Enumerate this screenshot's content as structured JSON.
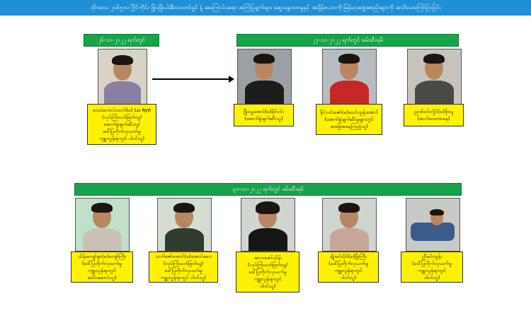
{
  "banner": {
    "text": "ဘိုဂလေး ၂၁၆၅၀၀ ဂြိုင်ကိုင်း၊ ဖြံ့ပဖြိုးပါအီးလတော်ရှင် နဲ့ အကြောင်းအရာ အကြံပြုချက်များ ဆွေးနွေးထားမှုနှင့် အချိန်ဇယားကို မြန်မာ့အဖွဲ့အစည်းများကို အသိပေးကြော်ငြာခြင်း"
  },
  "groups": [
    {
      "label": "၂၆-၁၁-၂၀၂၂ ရက်တွင်"
    },
    {
      "label": "၂၇-၁၁-၂၀၂၂ ရက်တွင် ဖမ်းဆီးရမိ"
    },
    {
      "label": "၃၀-၁၁-၂၀၂၂ ရက်တွင် ဖမ်းဆီးရမိ"
    }
  ],
  "persons": [
    {
      "caption": "ဝေယံကောင်းထက်(ခ) Lu Aye\n(လုပ်ကြံသတ်ဖြတ်သူ/\nဖောက်ခွဲဖျက်ဆီးသူ/\nဒေါ်ပြတိုက်လုယက်မှု\nကျူးလွန်ရာတွင် ပါဝင်သူ)"
    },
    {
      "caption": "ဖြိုးသူအောင်(ခ)ခိုင်ဝင်း\n(ဖောက်ခွဲဖျက်ဆီးသူ)"
    },
    {
      "caption": "နိုင်လင်းဇော်(ခ)သော်ထွန်းအောင်\n(ဖောက်ခွဲဖျက်ဆီးမှုများတွင်\nအဖြေအနေကြည့်သူ)"
    },
    {
      "caption": "ညဏ်ဝင်းလှိုင်(ခ)ဖိုးသူ\n(ဆက်ဝေးတာနေ)"
    },
    {
      "caption": "သိန်းကျော်စွာ(ခ)ကျော်ကြီး\n(ဒေါ်ပြတိုက်လုယက်မှု\nကျူးလွန်ရာတွင်\nခေါင်းဆောင်သူ)"
    },
    {
      "caption": "သက်ဇော်အောင်(ခ)အောင်ဆေး\n(လုပ်ကြံသတ်ဖြတ်သူ/\nဒေါ်ပြတိုက်လုယက်မှု\nကျူးလွန်ရာတွင် ပါဝင်သူ)"
    },
    {
      "caption": "အာကာဇင်သိန်း\n(လုပ်ကြံသတ်ဖြတ်သူ/\nဒေါ်ပြတိုက်လုယက်မှု\nကျူးလွန်ရာတွင်\nပါဝင်သူ)"
    },
    {
      "caption": "ချိုးမင်းပိုင်(ခ)မြိုးကြီး\n(ဒေါ်ပြတိုက်လုယက်မှု\nကျူးလွန်ရာတွင်\nပါဝင်သူ)"
    },
    {
      "caption": "ညီမင်းထွန်း\n(ဒေါ်ပြတိုက်လုယက်မှု\nကျူးလွန်ရာတွင်\nပါဝင်သူ)"
    }
  ],
  "colors": {
    "banner_bg": "#1f8fd6",
    "header_green": "#16a34a",
    "caption_yellow": "#fff200"
  }
}
